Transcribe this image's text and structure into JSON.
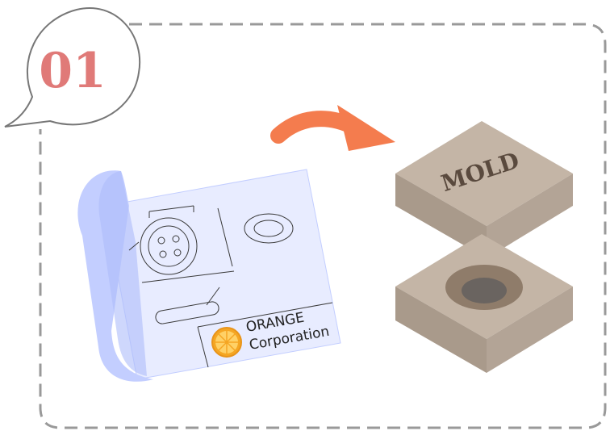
{
  "step": {
    "number": "01",
    "number_color": "#E07A78"
  },
  "blueprint": {
    "company_line1": "ORANGE",
    "company_line2": "Corporation",
    "paper_color": "#E8ECFF",
    "roll_color": "#C3CEFF"
  },
  "mold": {
    "label": "MOLD",
    "top_color": "#C4B5A6",
    "side_color": "#A99A8B"
  },
  "arrow": {
    "color": "#F47C4E"
  }
}
